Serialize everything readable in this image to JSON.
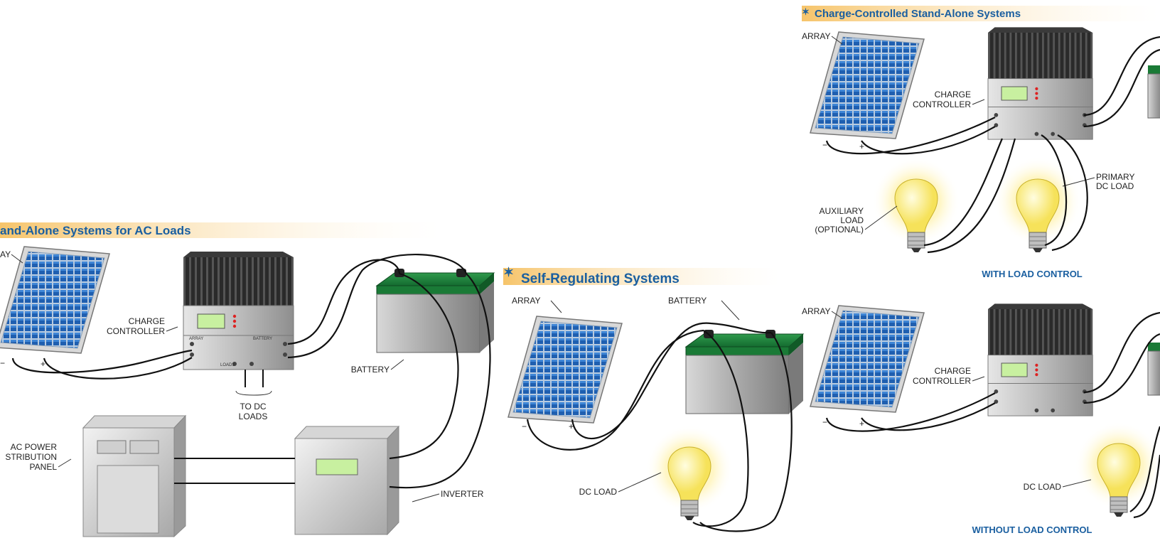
{
  "sections": {
    "ac": {
      "title": "and-Alone Systems for AC Loads"
    },
    "self": {
      "title": "Self-Regulating Systems"
    },
    "charge": {
      "title": "Charge-Controlled Stand-Alone Systems"
    }
  },
  "labels": {
    "array_ac": "AY",
    "charge_ctrl_1": "CHARGE",
    "charge_ctrl_2": "CONTROLLER",
    "battery": "BATTERY",
    "to_dc_1": "TO DC",
    "to_dc_2": "LOADS",
    "ac_panel_1": "AC POWER",
    "ac_panel_2": "STRIBUTION",
    "ac_panel_3": "PANEL",
    "inverter": "INVERTER",
    "array": "ARRAY",
    "dc_load": "DC LOAD",
    "aux_1": "AUXILIARY",
    "aux_2": "LOAD",
    "aux_3": "(OPTIONAL)",
    "primary_1": "PRIMARY",
    "primary_2": "DC LOAD",
    "with_load": "WITH LOAD CONTROL",
    "without_load": "WITHOUT LOAD CONTROL",
    "minus": "−",
    "plus": "+",
    "cc_array": "ARRAY",
    "cc_battery": "BATTERY",
    "cc_loads": "LOADS"
  },
  "colors": {
    "heading": "#1a5fa0",
    "panel_cell": "#1f5fb0",
    "battery_top": "#1f7a3a",
    "bulb": "#fff27a"
  }
}
